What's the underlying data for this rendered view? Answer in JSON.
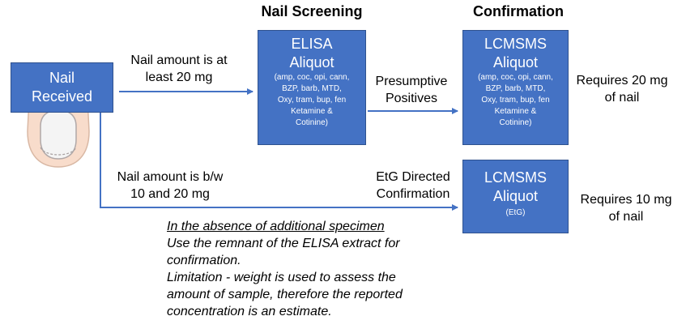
{
  "headers": {
    "screening": "Nail Screening",
    "confirmation": "Confirmation"
  },
  "start_box": {
    "line1": "Nail",
    "line2": "Received"
  },
  "elisa_box": {
    "line1": "ELISA",
    "line2": "Aliquot",
    "analytes": [
      "(amp, coc, opi, cann,",
      "BZP, barb, MTD,",
      "Oxy, tram, bup, fen",
      "Ketamine &",
      "Cotinine)"
    ]
  },
  "lcmsms_box_1": {
    "line1": "LCMSMS",
    "line2": "Aliquot",
    "analytes": [
      "(amp, coc, opi, cann,",
      "BZP, barb, MTD,",
      "Oxy, tram, bup, fen",
      "Ketamine &",
      "Cotinine)"
    ]
  },
  "lcmsms_box_2": {
    "line1": "LCMSMS",
    "line2": "Aliquot",
    "sub": "(EtG)"
  },
  "labels": {
    "nail_amount_20": [
      "Nail amount is at",
      "least 20 mg"
    ],
    "presumptive": [
      "Presumptive",
      "Positives"
    ],
    "requires_20": [
      "Requires 20 mg",
      "of nail"
    ],
    "nail_amount_bw": [
      "Nail amount is b/w",
      "10 and 20 mg"
    ],
    "etg_directed": [
      "EtG Directed",
      "Confirmation"
    ],
    "requires_10": [
      "Requires 10 mg",
      "of nail"
    ]
  },
  "note": {
    "heading": "In the absence of additional specimen",
    "lines": [
      "Use the remnant of the ELISA extract for",
      "confirmation.",
      "Limitation - weight is used to assess the",
      "amount of sample, therefore the reported",
      "concentration is an estimate."
    ]
  },
  "colors": {
    "box_fill": "#4472C4",
    "box_border": "#2F528F",
    "arrow": "#4472C4"
  },
  "icons": {
    "nail": "fingernail-icon"
  }
}
